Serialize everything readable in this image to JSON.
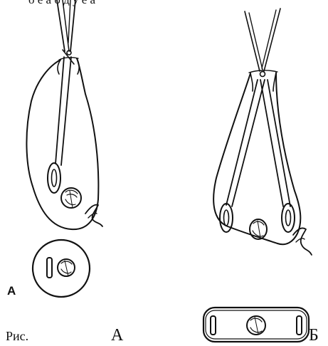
{
  "page": {
    "background": "#ffffff",
    "ink": "#111111"
  },
  "texts": {
    "top_partial": "о  е   а       о  д у  е    а",
    "panel_a_small_label": "А",
    "caption_prefix": "Рис.",
    "caption_a": "А",
    "caption_b": "Б"
  }
}
